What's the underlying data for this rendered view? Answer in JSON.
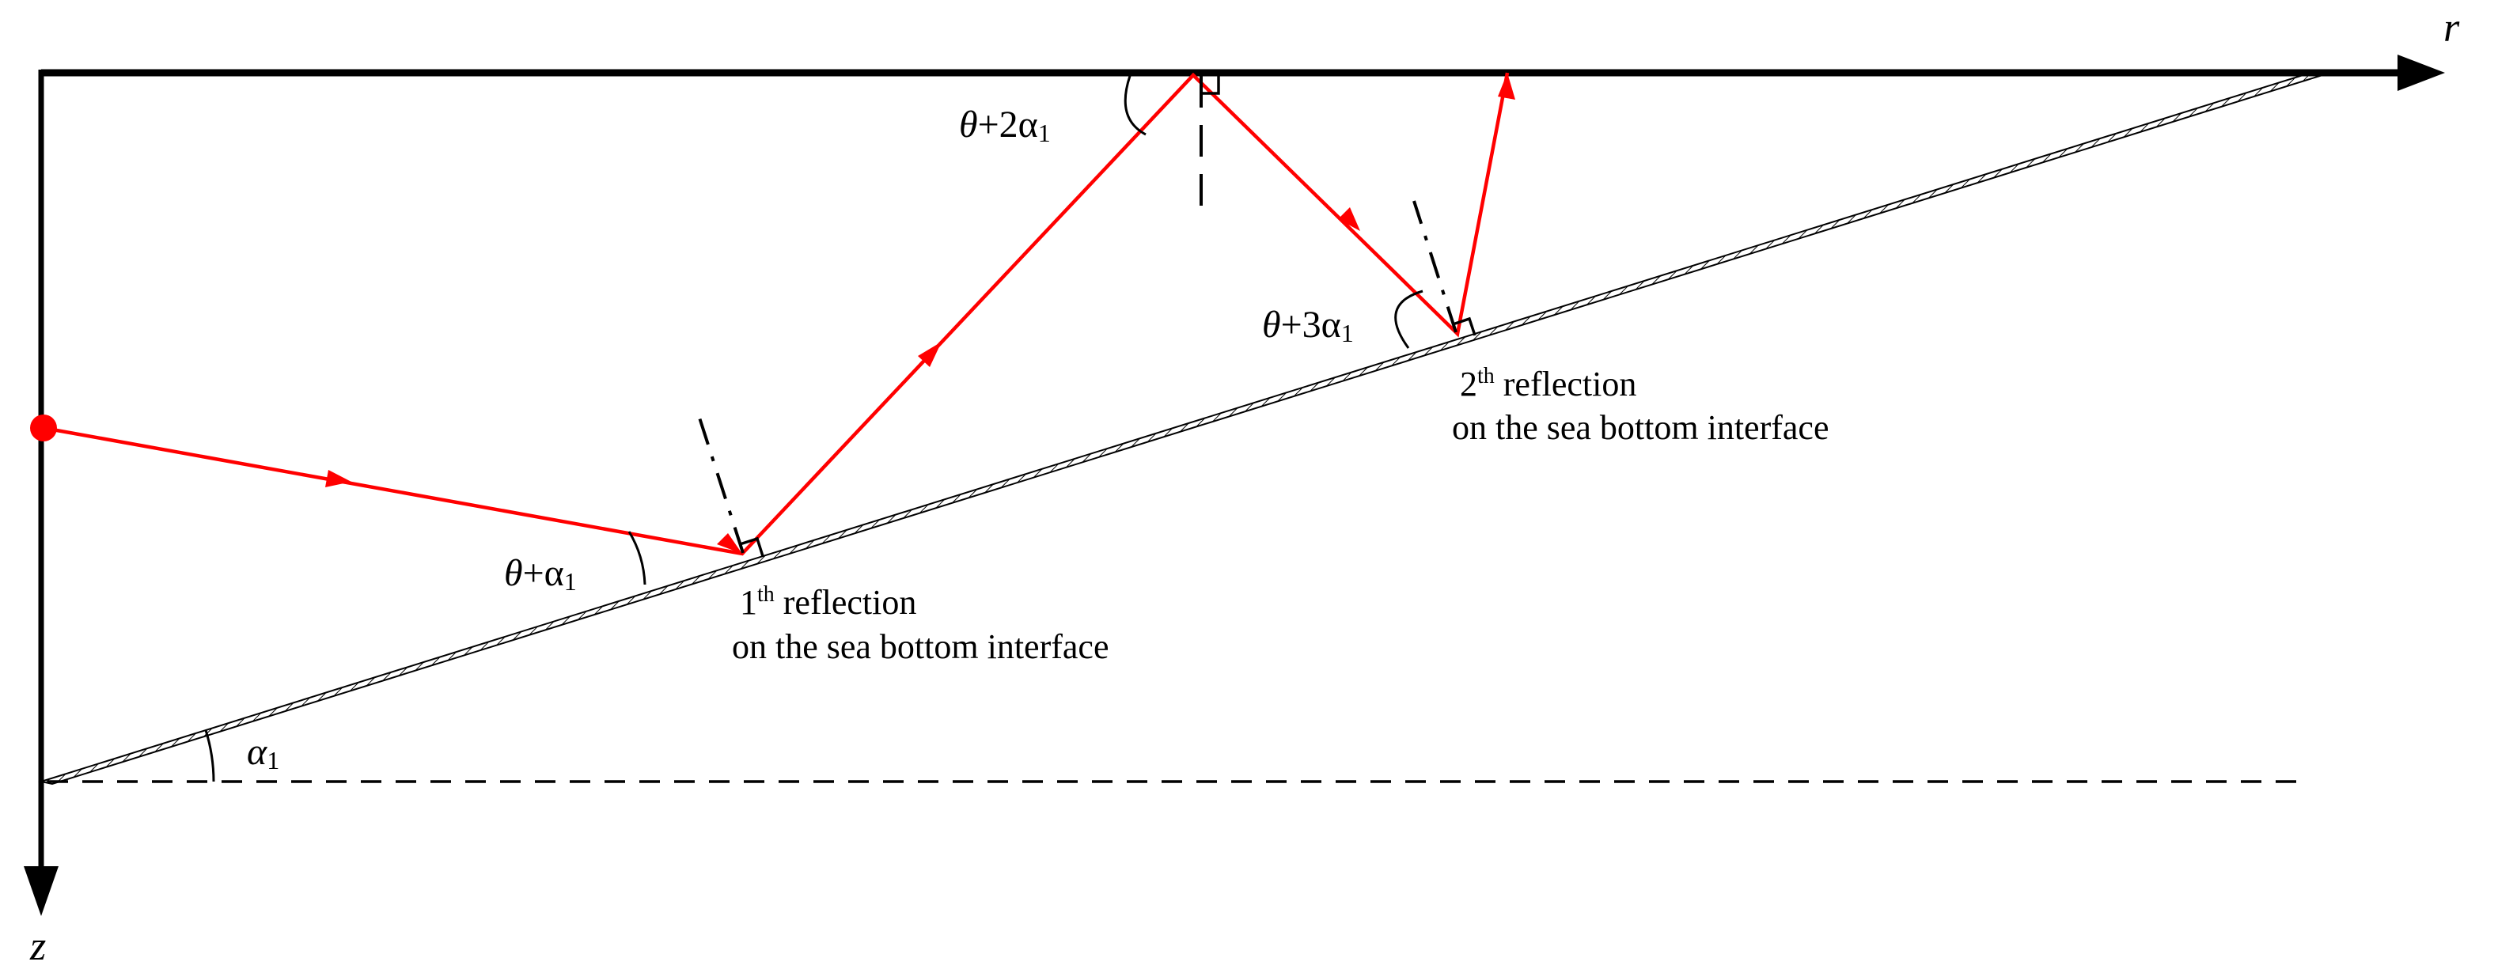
{
  "axes": {
    "r_label": "r",
    "z_label": "z"
  },
  "angles": {
    "incident": {
      "symbol": "θ",
      "rest": "+α",
      "sub": "1"
    },
    "top_reflection": {
      "symbol": "θ",
      "rest": "+2α",
      "sub": "1"
    },
    "second_bottom": {
      "symbol": "θ",
      "rest": "+3α",
      "sub": "1"
    },
    "slope": {
      "symbol": "α",
      "sub": "1"
    }
  },
  "reflections": {
    "first": {
      "num": "1",
      "sup": "th",
      "word": " reflection",
      "line2": "on the sea bottom interface"
    },
    "second": {
      "num": "2",
      "sup": "th",
      "word": " reflection",
      "line2": "on the sea bottom interface"
    }
  },
  "colors": {
    "axis": "#000000",
    "ray": "#ff0000",
    "source": "#ff0000"
  }
}
